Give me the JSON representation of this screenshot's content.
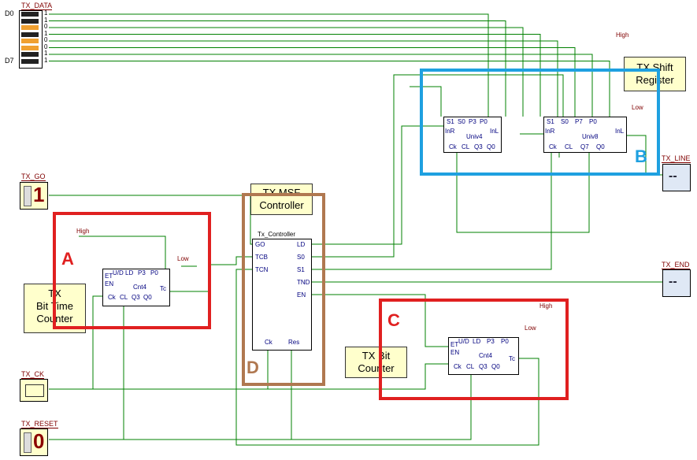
{
  "colors": {
    "wire": "#008000",
    "chip": "#ffffff",
    "note": "#ffffcc",
    "a": "#e02020",
    "b": "#1ea0e0",
    "c": "#e02020",
    "d": "#b07850",
    "pin": "#0000ff",
    "io": "#800000"
  },
  "io": {
    "tx_data": "TX_DATA",
    "d0": "D0",
    "d7": "D7",
    "bits": [
      "1",
      "1",
      "0",
      "1",
      "0",
      "0",
      "1",
      "1"
    ],
    "tx_go": "TX_GO",
    "go_val": "1",
    "tx_ck": "TX_CK",
    "tx_reset": "TX_RESET",
    "reset_val": "0",
    "tx_line": "TX_LINE",
    "tx_end": "TX_END",
    "line_val": "--",
    "end_val": "--"
  },
  "notes": {
    "shift": [
      "TX Shift",
      "Register"
    ],
    "msf": [
      "TX MSF",
      "Controller"
    ],
    "bittime": [
      "TX",
      "Bit Time",
      "Counter"
    ],
    "bitcnt": [
      "TX Bit",
      "Counter"
    ]
  },
  "tags": {
    "a": "A",
    "b": "B",
    "c": "C",
    "d": "D"
  },
  "high": "High",
  "low": "Low",
  "cnt_a": {
    "name": "Cnt4",
    "pins": [
      "ET",
      "EN",
      "U/D",
      "LD",
      "P3",
      "P0",
      "Ck",
      "CL",
      "Q3",
      "Q0",
      "Tc"
    ]
  },
  "cnt_c": {
    "name": "Cnt4",
    "pins": [
      "ET",
      "EN",
      "U/D",
      "LD",
      "P3",
      "P0",
      "Ck",
      "CL",
      "Q3",
      "Q0",
      "Tc"
    ]
  },
  "univ4": {
    "name": "Univ4",
    "pins": [
      "S1",
      "S0",
      "P3",
      "P0",
      "InR",
      "InL",
      "Ck",
      "CL",
      "Q3",
      "Q0"
    ]
  },
  "univ8": {
    "name": "Univ8",
    "pins": [
      "S1",
      "S0",
      "P7",
      "P0",
      "InR",
      "InL",
      "Ck",
      "CL",
      "Q7",
      "Q0"
    ]
  },
  "ctrl": {
    "name": "Tx_Controller",
    "left": [
      "GO",
      "TCB",
      "TCN"
    ],
    "right": [
      "LD",
      "S0",
      "S1",
      "TND",
      "EN"
    ],
    "bottom": [
      "Ck",
      "Res"
    ]
  }
}
